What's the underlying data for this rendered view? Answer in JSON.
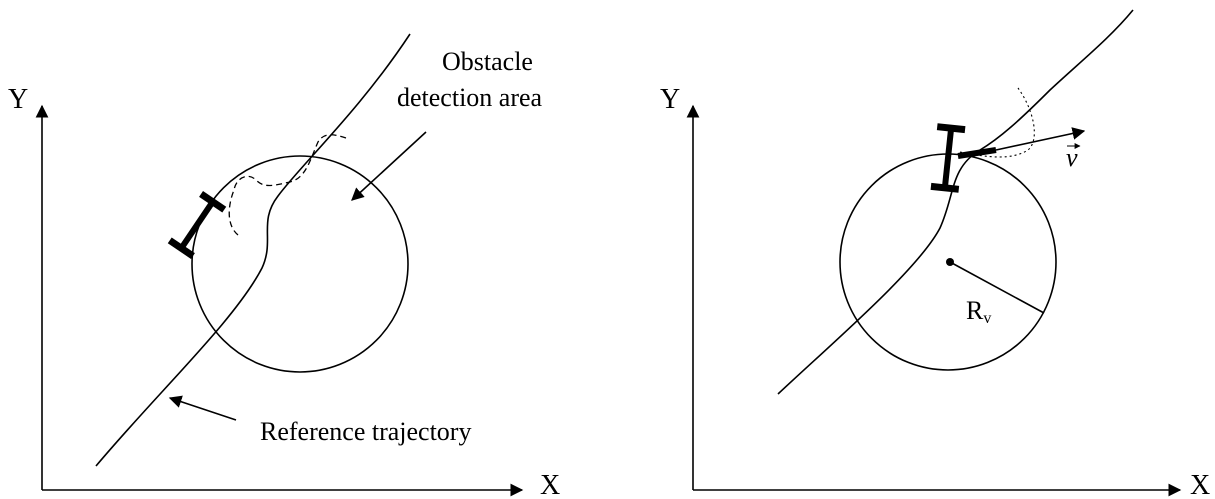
{
  "left_panel": {
    "y_axis_label": "Y",
    "x_axis_label": "X",
    "obstacle_label_line1": "Obstacle",
    "obstacle_label_line2": "detection area",
    "reference_label": "Reference trajectory"
  },
  "right_panel": {
    "y_axis_label": "Y",
    "x_axis_label": "X",
    "velocity_label": "v",
    "radius_label": "R",
    "radius_subscript": "v"
  },
  "colors": {
    "ink": "#000000",
    "background": "#ffffff"
  }
}
